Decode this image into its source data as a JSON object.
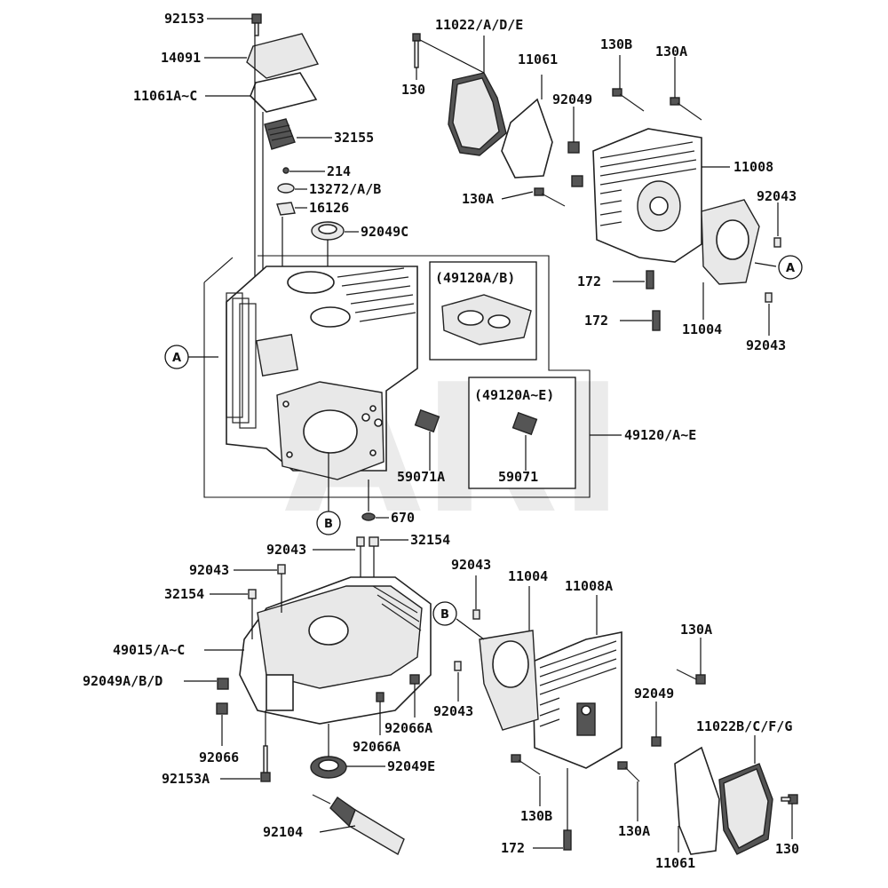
{
  "watermark": "ARI",
  "callouts": {
    "a": "A",
    "b": "B"
  },
  "inset_labels": {
    "head_gasket_group": "(49120A/B)",
    "gasket_kit_group": "(49120A~E)"
  },
  "labels": {
    "p92153": "92153",
    "p14091": "14091",
    "p11061a_c": "11061A~C",
    "p32155": "32155",
    "p214": "214",
    "p13272": "13272/A/B",
    "p16126": "16126",
    "p92049c": "92049C",
    "p11022_ade": "11022/A/D/E",
    "p130_top": "130",
    "p11061_top": "11061",
    "p130b_top": "130B",
    "p130a_top": "130A",
    "p92049_top": "92049",
    "p11008": "11008",
    "p130a_mid": "130A",
    "p92043_tr": "92043",
    "p172_a": "172",
    "p172_b": "172",
    "p11004_top": "11004",
    "p92043_r": "92043",
    "p49120_ae": "49120/A~E",
    "p59071a": "59071A",
    "p59071": "59071",
    "p670": "670",
    "p92043_bl": "92043",
    "p32154_a": "32154",
    "p92043_l": "92043",
    "p32154_b": "32154",
    "p49015": "49015/A~C",
    "p92049abd": "92049A/B/D",
    "p92066": "92066",
    "p92153a": "92153A",
    "p92066a_a": "92066A",
    "p92066a_b": "92066A",
    "p92049e": "92049E",
    "p92104": "92104",
    "p92043_mid": "92043",
    "p11004_bot": "11004",
    "p11008a": "11008A",
    "p92043_mid2": "92043",
    "p130a_br": "130A",
    "p92049_br": "92049",
    "p11022bcfg": "11022B/C/F/G",
    "p130b_bot": "130B",
    "p130a_bot": "130A",
    "p172_bot": "172",
    "p11061_bot": "11061",
    "p130_bot": "130"
  },
  "parts": {
    "cover_plate": "cover-plate",
    "cylinder_block": "cylinder-block",
    "cylinder_head_upper": "cylinder-head-11008",
    "cylinder_head_lower": "cylinder-head-11008a",
    "crankcase": "crankcase-49015",
    "valve_cover_upper": "rocker-cover-11022",
    "valve_cover_lower": "rocker-cover-11022b",
    "sealant_tube": "sealant-tube-92104"
  }
}
